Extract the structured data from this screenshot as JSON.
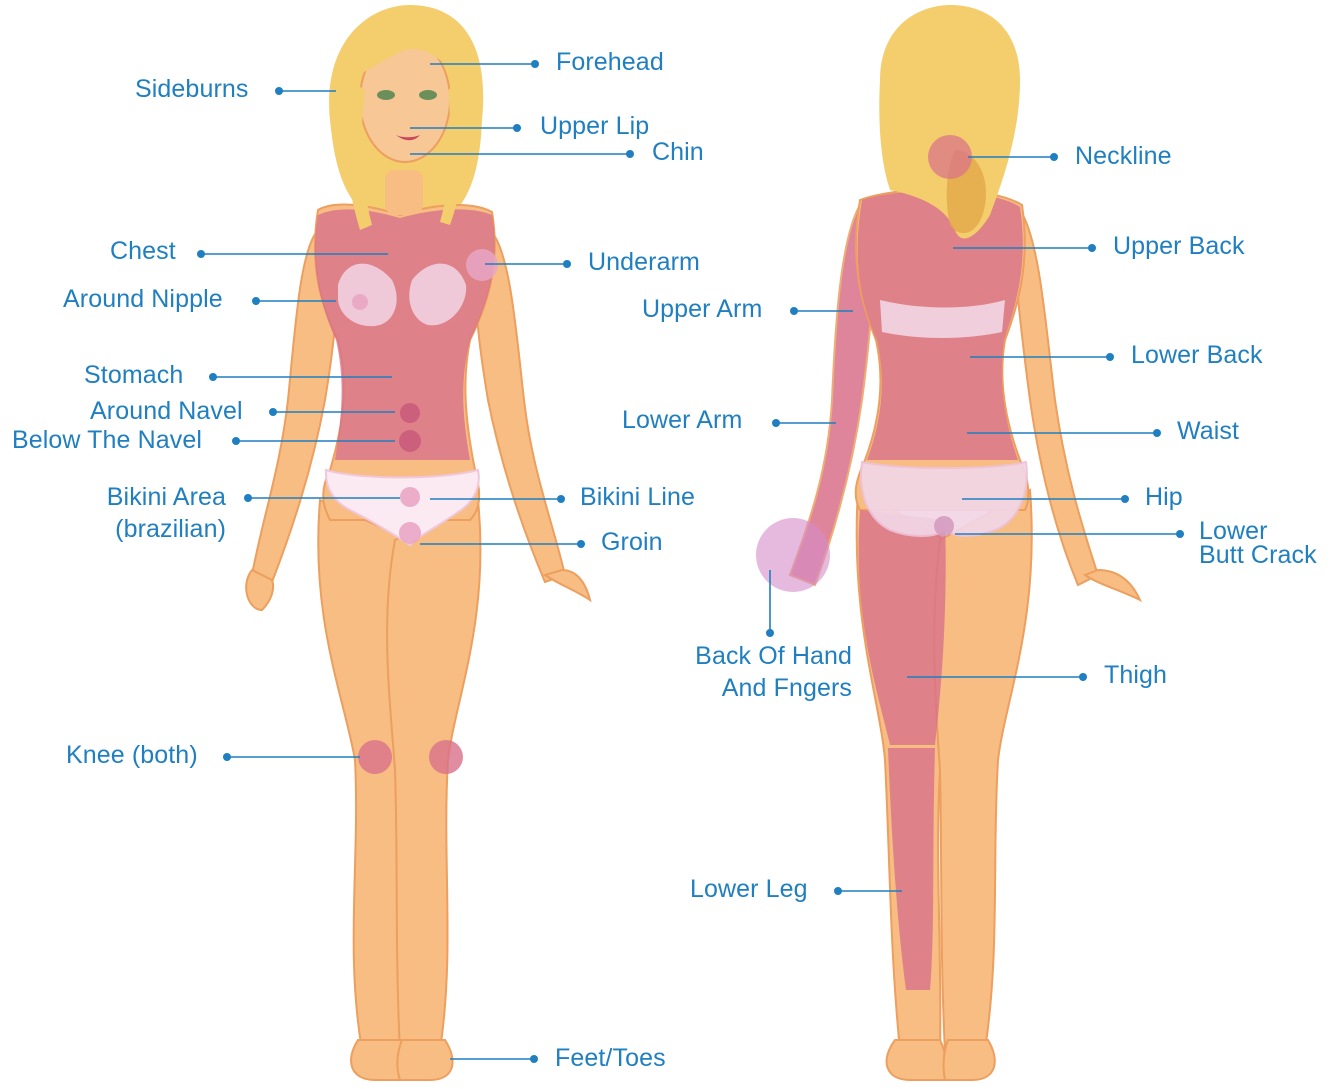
{
  "colors": {
    "label": "#1f7fc0",
    "leader": "#1f7fc0",
    "skin": "#f7bd83",
    "skin_edge": "#ec9f5e",
    "zone": "#d9708a",
    "zone_light": "#e9a6c4",
    "hair": "#f4cd6c",
    "hair_dark": "#e2a94a",
    "underwear": "#f8e6ee"
  },
  "front_labels": {
    "sideburns": "Sideburns",
    "forehead": "Forehead",
    "upper_lip": "Upper Lip",
    "chin": "Chin",
    "chest": "Chest",
    "underarm": "Underarm",
    "around_nipple": "Around Nipple",
    "stomach": "Stomach",
    "around_navel": "Around Navel",
    "below_navel": "Below The Navel",
    "bikini_area_line1": "Bikini Area",
    "bikini_area_line2": "(brazilian)",
    "bikini_line": "Bikini Line",
    "groin": "Groin",
    "knee": "Knee (both)",
    "feet": "Feet/Toes"
  },
  "back_labels": {
    "neckline": "Neckline",
    "upper_back": "Upper Back",
    "upper_arm": "Upper Arm",
    "lower_back": "Lower Back",
    "lower_arm": "Lower Arm",
    "waist": "Waist",
    "hip": "Hip",
    "lower_butt_line1": "Lower",
    "lower_butt_line2": "Butt Crack",
    "back_hand_line1": "Back Of Hand",
    "back_hand_line2": "And Fngers",
    "thigh": "Thigh",
    "lower_leg": "Lower Leg"
  }
}
